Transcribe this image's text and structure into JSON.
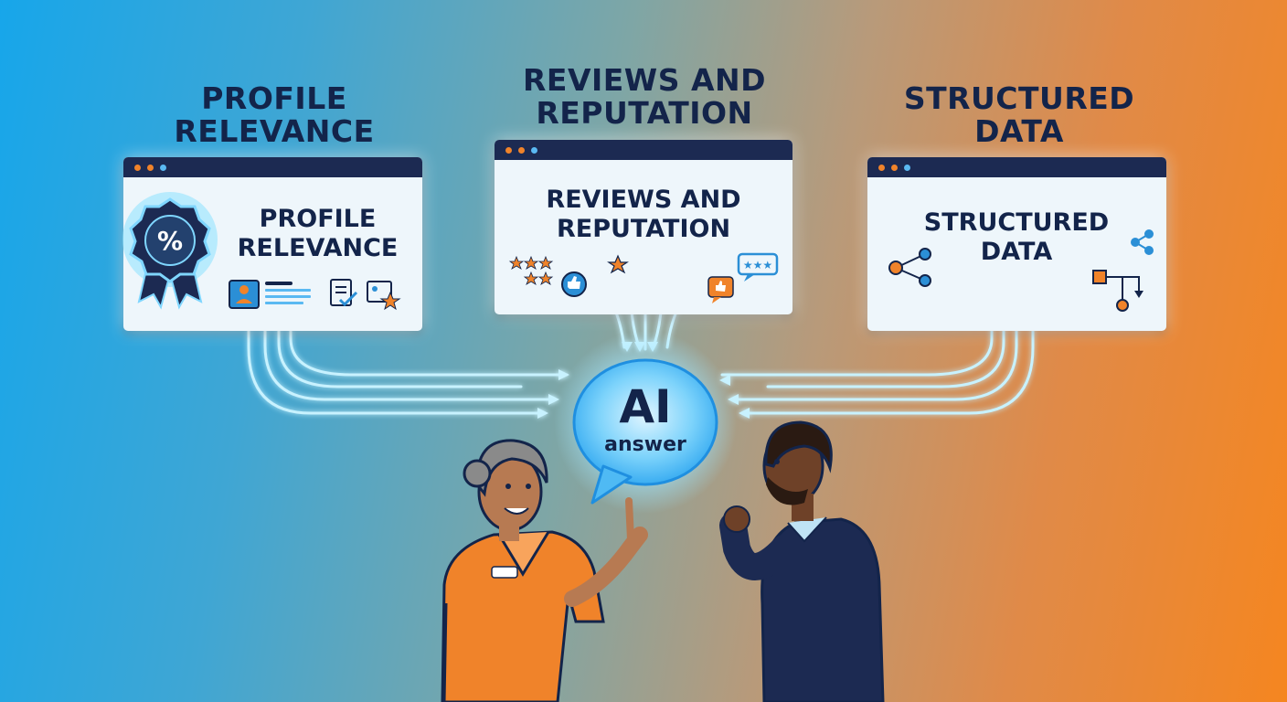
{
  "headings": {
    "profile": [
      "PROFILE",
      "RELEVANCE"
    ],
    "reviews": [
      "REVIEWS AND",
      "REPUTATION"
    ],
    "structured": [
      "STRUCTURED",
      "DATA"
    ]
  },
  "cards": {
    "profile": {
      "title": [
        "PROFILE",
        "RELEVANCE"
      ],
      "badge_symbol": "%"
    },
    "reviews": {
      "title": [
        "REVIEWS AND",
        "REPUTATION"
      ]
    },
    "structured": {
      "title": [
        "STRUCTURED",
        "DATA"
      ]
    }
  },
  "bubble": {
    "main": "AI",
    "sub": "answer"
  },
  "colors": {
    "navy": "#13244a",
    "window_bar": "#1c2a52",
    "accent_orange": "#f0832a",
    "accent_blue": "#2b8fd6",
    "flow_line": "#c8f2ff"
  },
  "icons": [
    "percent-badge-icon",
    "profile-card-icon",
    "checklist-icon",
    "id-star-icon",
    "star-rating-icon",
    "thumbs-up-icon",
    "chat-stars-icon",
    "share-nodes-icon",
    "flow-chart-icon"
  ]
}
